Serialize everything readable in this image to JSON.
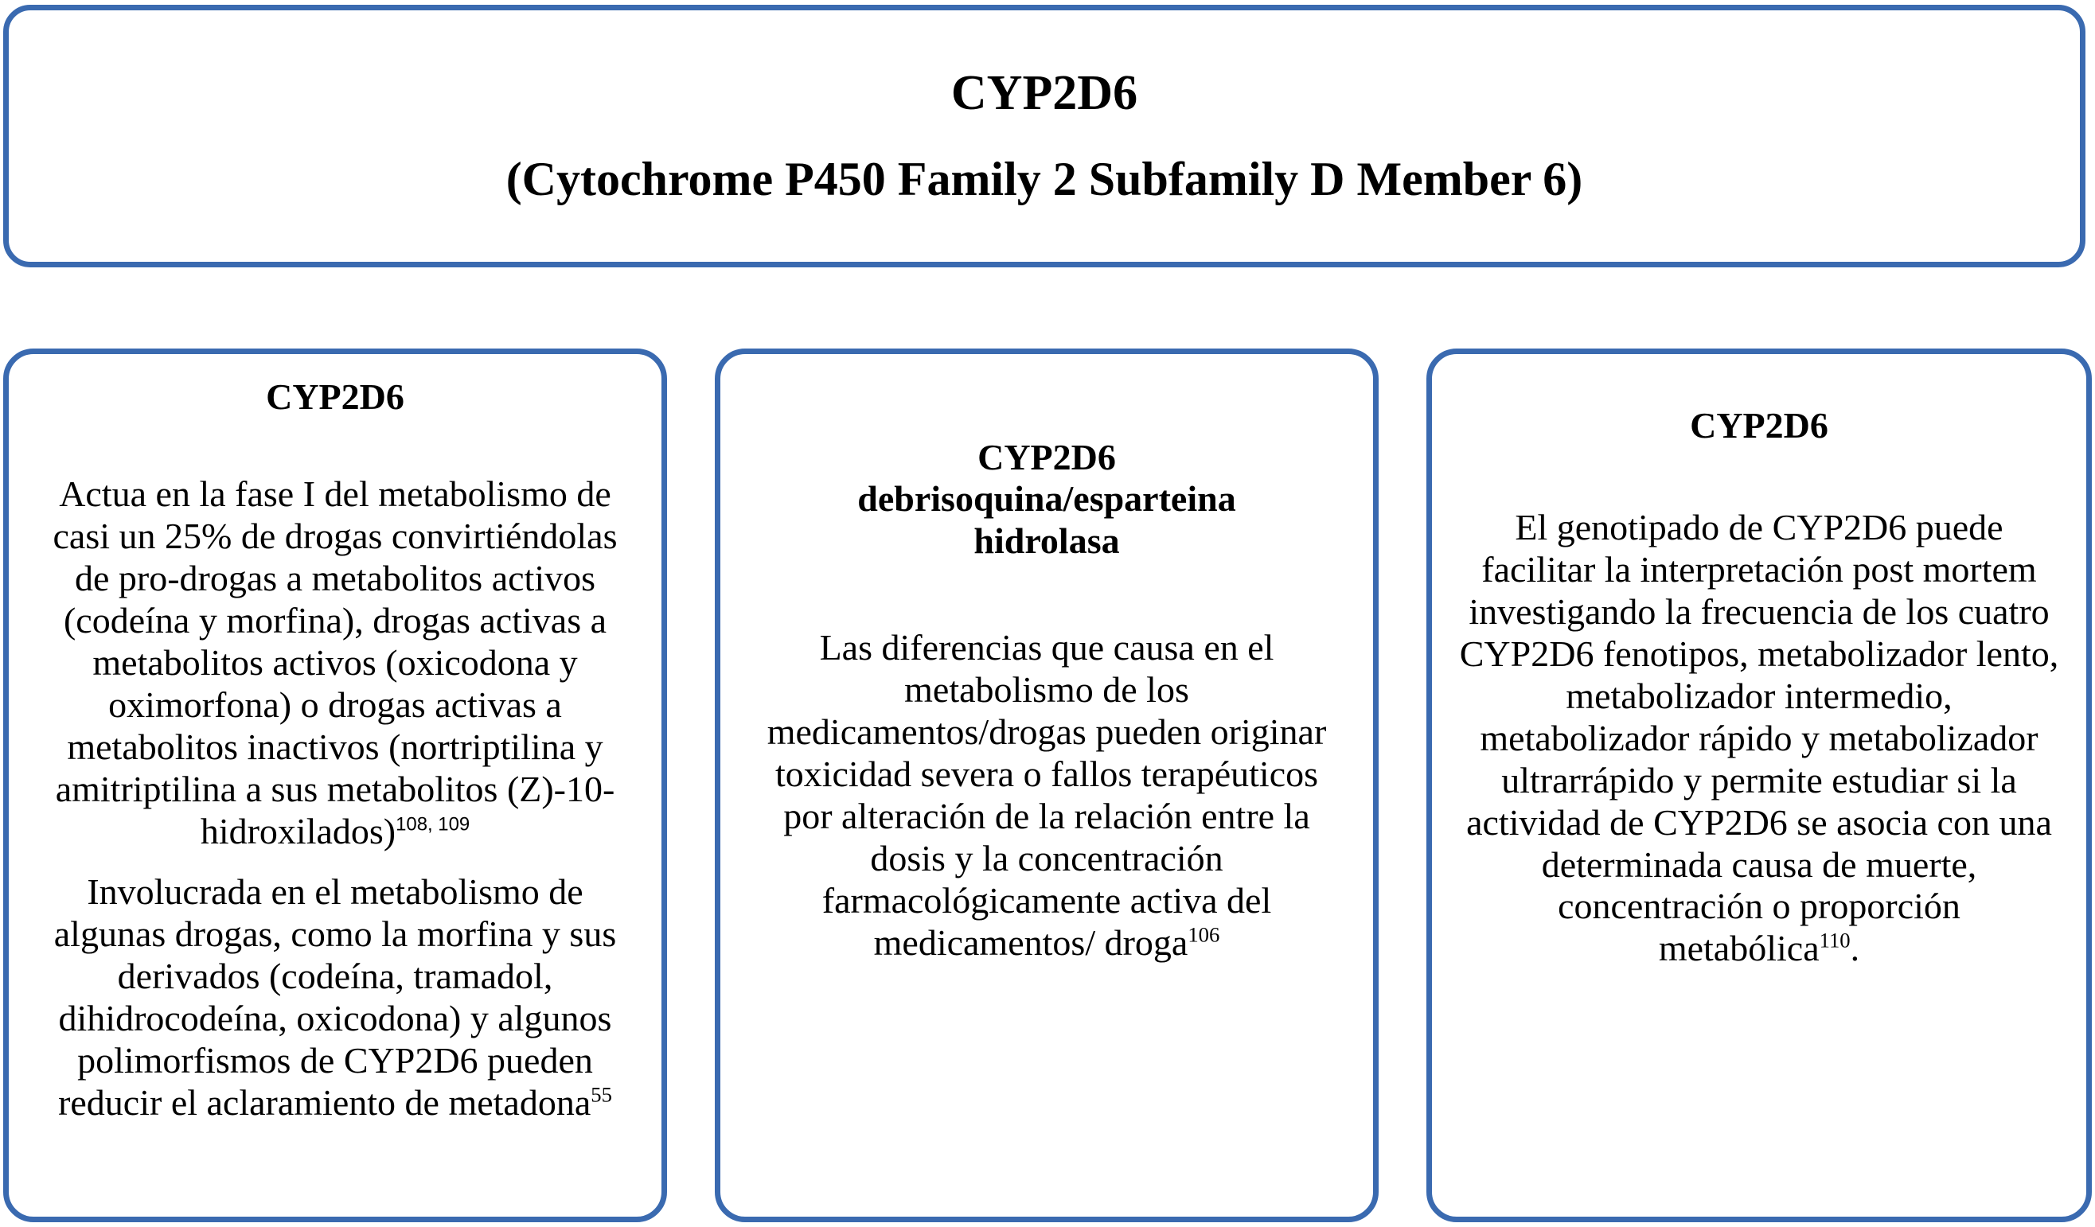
{
  "header": {
    "title_main": "CYP2D6",
    "title_sub": "(Cytochrome P450 Family 2 Subfamily D Member 6)"
  },
  "theme": {
    "border_color": "#3a6ab0",
    "background_color": "#ffffff",
    "text_color": "#000000"
  },
  "columns": [
    {
      "title": "CYP2D6",
      "paragraphs": [
        {
          "text": "Actua en la fase I del metabolismo de casi un 25% de drogas convirtiéndolas de pro-drogas a metabolitos activos (codeína y morfina), drogas activas a metabolitos activos (oxicodona y oximorfona) o drogas activas a metabolitos inactivos (nortriptilina y amitriptilina a sus metabolitos (Z)-10-hidroxilados)",
          "reference": "108, 109",
          "reference_style": "sans",
          "trailing": ""
        },
        {
          "text": "Involucrada en el metabolismo de algunas drogas, como la morfina y sus derivados (codeína, tramadol, dihidrocodeína, oxicodona) y algunos polimorfismos de CYP2D6 pueden reducir el aclaramiento de metadona",
          "reference": "55",
          "reference_style": "serif",
          "trailing": ""
        }
      ]
    },
    {
      "title": "CYP2D6\ndebrisoquina/esparteina\nhidrolasa",
      "title_lines": [
        "CYP2D6",
        "debrisoquina/esparteina",
        "hidrolasa"
      ],
      "paragraphs": [
        {
          "text": "Las diferencias que causa en el metabolismo de los medicamentos/drogas pueden originar toxicidad severa o fallos terapéuticos por alteración de la relación entre la dosis y la concentración farmacológicamente activa del medicamentos/ droga",
          "reference": "106",
          "reference_style": "serif",
          "trailing": ""
        }
      ]
    },
    {
      "title": "CYP2D6",
      "paragraphs": [
        {
          "text": "El genotipado de CYP2D6 puede facilitar la interpretación post mortem investigando la frecuencia de los cuatro CYP2D6 fenotipos, metabolizador lento, metabolizador intermedio, metabolizador rápido y metabolizador ultrarrápido y permite estudiar si la actividad de CYP2D6 se asocia con una determinada causa de muerte, concentración o proporción metabólica",
          "reference": "110",
          "reference_style": "serif",
          "trailing": "."
        }
      ]
    }
  ]
}
